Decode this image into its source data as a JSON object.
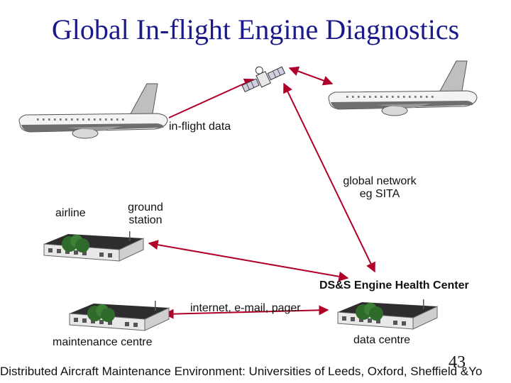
{
  "slide": {
    "title": "Global In-flight Engine Diagnostics",
    "page_number": "43",
    "footer": "Distributed Aircraft Maintenance Environment: Universities of Leeds, Oxford, Sheffield &Yo"
  },
  "labels": {
    "inflight_data": "in-flight data",
    "global_network_1": "global network",
    "global_network_2": "eg SITA",
    "airline": "airline",
    "ground_station_1": "ground",
    "ground_station_2": "station",
    "health_center": "DS&S Engine Health Center",
    "comms": "internet, e-mail, pager",
    "maintenance": "maintenance centre",
    "data_centre": "data centre"
  },
  "colors": {
    "title": "#1a1a8c",
    "arrow": "#b0002a",
    "building_roof": "#2d2d2d",
    "building_wall": "#e8e8e8",
    "tree": "#2f6b2a"
  }
}
